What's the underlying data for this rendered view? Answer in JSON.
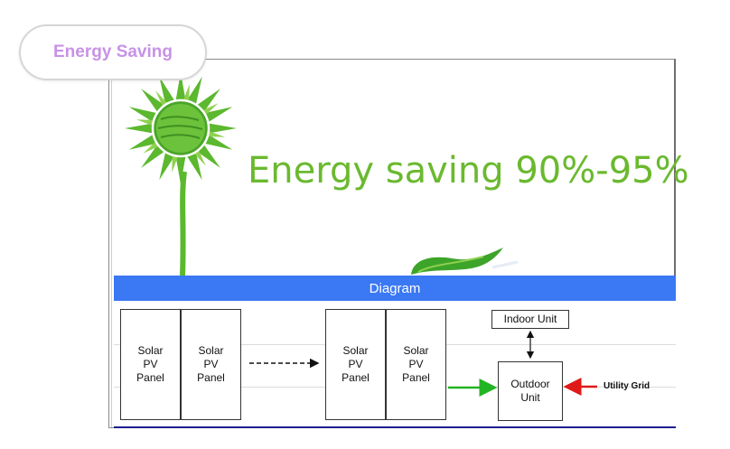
{
  "tab": {
    "label": "Energy Saving"
  },
  "headline": "Energy saving 90%-95%",
  "diagram": {
    "title": "Diagram",
    "panel_label_line1": "Solar",
    "panel_label_line2": "PV",
    "panel_label_line3": "Panel",
    "indoor_unit": "Indoor Unit",
    "outdoor_unit_line1": "Outdoor",
    "outdoor_unit_line2": "Unit",
    "utility_grid": "Utility Grid"
  },
  "colors": {
    "accent_purple": "#c792e6",
    "headline_green": "#6ab92f",
    "band_blue": "#3b78f3",
    "arrow_green": "#22b422",
    "arrow_red": "#e01919"
  },
  "icons": {
    "sun": "sun-icon",
    "leaf": "leaf-icon"
  }
}
